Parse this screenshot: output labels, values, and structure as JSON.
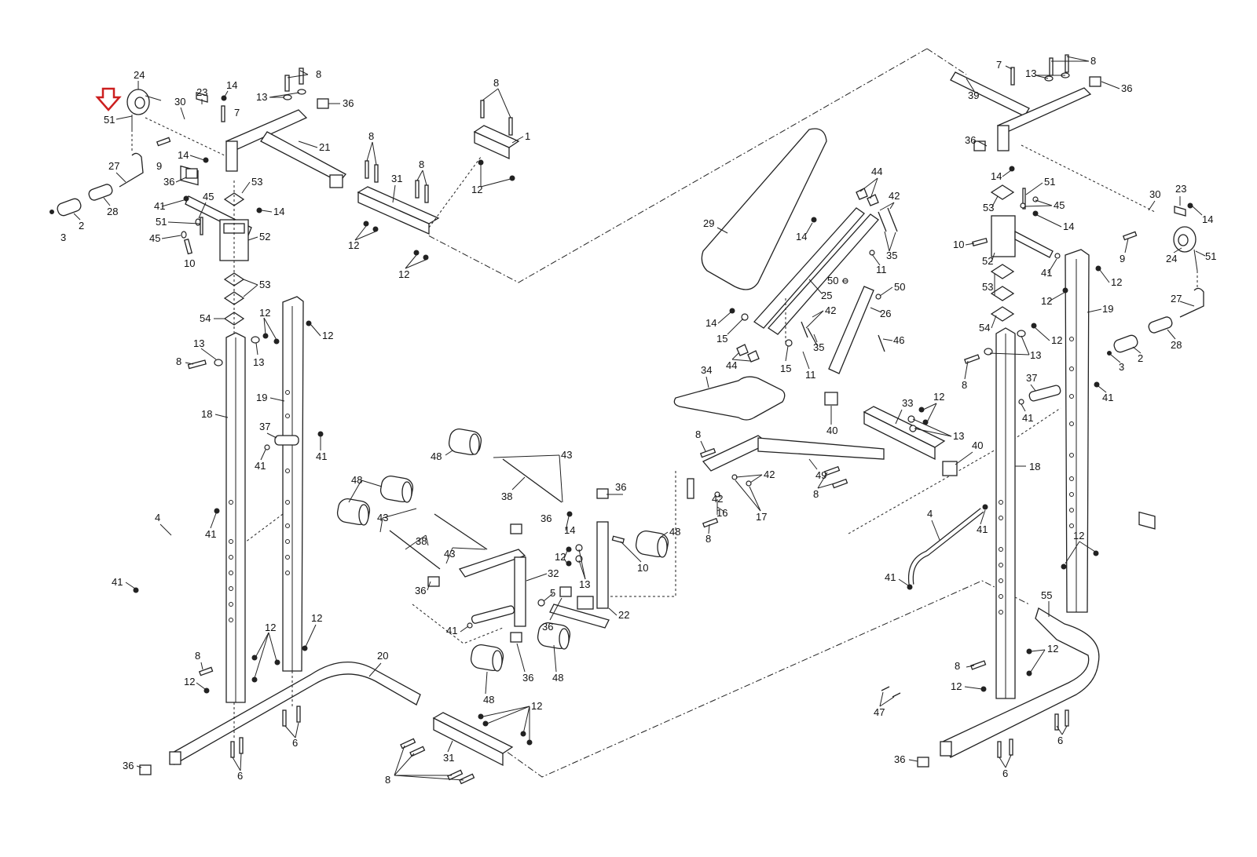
{
  "diagram": {
    "type": "exploded-parts-diagram",
    "subject": "weight bench / power rack assembly",
    "highlight": {
      "part": "51",
      "marker": "arrow-down",
      "color": "#cc1f1f"
    },
    "callouts": {
      "left_upright": [
        "24",
        "51",
        "30",
        "23",
        "14",
        "7",
        "8",
        "13",
        "36",
        "21",
        "9",
        "14",
        "27",
        "28",
        "2",
        "3",
        "36",
        "41",
        "45",
        "51",
        "45",
        "53",
        "14",
        "52",
        "10",
        "53",
        "54",
        "12",
        "12",
        "13",
        "13",
        "8",
        "19",
        "18",
        "37",
        "41",
        "41",
        "4",
        "41",
        "12",
        "12",
        "8",
        "12",
        "6",
        "6",
        "36",
        "20"
      ],
      "top_crossmember": [
        "8",
        "1",
        "12",
        "8",
        "8",
        "31",
        "12",
        "12"
      ],
      "bottom_crossmember": [
        "12",
        "31",
        "8"
      ],
      "back_pad": [
        "29",
        "44",
        "42",
        "14",
        "35",
        "11",
        "25",
        "50",
        "50",
        "26",
        "46",
        "42",
        "35",
        "14",
        "15",
        "15",
        "11",
        "44"
      ],
      "seat": [
        "34",
        "8",
        "42",
        "42",
        "16",
        "17",
        "8",
        "49",
        "8",
        "40",
        "33",
        "12",
        "13",
        "40"
      ],
      "leg_developer": [
        "48",
        "43",
        "38",
        "48",
        "43",
        "38",
        "43",
        "36",
        "14",
        "36",
        "12",
        "13",
        "10",
        "48",
        "32",
        "5",
        "36",
        "22",
        "41",
        "36",
        "48",
        "36",
        "48"
      ],
      "right_upright": [
        "7",
        "8",
        "13",
        "36",
        "39",
        "36",
        "14",
        "51",
        "53",
        "45",
        "14",
        "10",
        "52",
        "41",
        "53",
        "54",
        "12",
        "13",
        "8",
        "18",
        "19",
        "12",
        "12",
        "37",
        "41",
        "41",
        "30",
        "23",
        "14",
        "9",
        "24",
        "51",
        "27",
        "28",
        "2",
        "3",
        "4",
        "41",
        "41",
        "12",
        "55",
        "12",
        "8",
        "12",
        "6",
        "6",
        "36",
        "47"
      ]
    },
    "parts_present": [
      "1",
      "2",
      "3",
      "4",
      "5",
      "6",
      "7",
      "8",
      "9",
      "10",
      "11",
      "12",
      "13",
      "14",
      "15",
      "16",
      "17",
      "18",
      "19",
      "20",
      "21",
      "22",
      "23",
      "24",
      "25",
      "26",
      "27",
      "28",
      "29",
      "30",
      "31",
      "32",
      "33",
      "34",
      "35",
      "36",
      "37",
      "38",
      "39",
      "40",
      "41",
      "42",
      "43",
      "44",
      "45",
      "46",
      "47",
      "48",
      "49",
      "50",
      "51",
      "52",
      "53",
      "54",
      "55"
    ]
  },
  "labels": {
    "l1": "24",
    "l2": "51",
    "l3": "30",
    "l4": "23",
    "l5": "14",
    "l6": "7",
    "l7": "8",
    "l8": "13",
    "l9": "36",
    "l10": "21",
    "l11": "9",
    "l12": "14",
    "l13": "27",
    "l14": "28",
    "l15": "2",
    "l16": "3",
    "l17": "36",
    "l18": "41",
    "l19": "45",
    "l20": "51",
    "l21": "45",
    "l22": "53",
    "l23": "14",
    "l24": "52",
    "l25": "10",
    "l26": "53",
    "l27": "54",
    "l28": "12",
    "l29": "12",
    "l30": "13",
    "l31": "13",
    "l32": "8",
    "l33": "19",
    "l34": "18",
    "l35": "37",
    "l36": "41",
    "l37": "41",
    "l38": "4",
    "l39": "41",
    "l40": "41",
    "l41": "12",
    "l42": "12",
    "l43": "8",
    "l44": "12",
    "l45": "6",
    "l46": "6",
    "l47": "36",
    "l48": "20",
    "m1": "8",
    "m2": "1",
    "m3": "12",
    "m4": "8",
    "m5": "8",
    "m6": "31",
    "m7": "12",
    "m8": "12",
    "b1": "12",
    "b2": "31",
    "b3": "8",
    "p1": "29",
    "p2": "44",
    "p3": "42",
    "p4": "14",
    "p5": "35",
    "p6": "11",
    "p7": "25",
    "p8": "50",
    "p9": "50",
    "p10": "26",
    "p11": "46",
    "p12": "42",
    "p13": "35",
    "p14": "14",
    "p15": "15",
    "p16": "15",
    "p17": "11",
    "p18": "44",
    "s1": "34",
    "s2": "8",
    "s3": "42",
    "s4": "42",
    "s5": "16",
    "s6": "17",
    "s7": "8",
    "s8": "49",
    "s9": "8",
    "s10": "40",
    "s11": "33",
    "s12": "12",
    "s13": "13",
    "s14": "40",
    "g1": "48",
    "g2": "43",
    "g3": "38",
    "g4": "48",
    "g5": "43",
    "g6": "38",
    "g7": "43",
    "g8": "36",
    "g9": "14",
    "g10": "36",
    "g11": "12",
    "g12": "13",
    "g13": "10",
    "g14": "48",
    "g15": "32",
    "g16": "5",
    "g17": "36",
    "g18": "22",
    "g19": "41",
    "g20": "36",
    "g21": "48",
    "g22": "36",
    "g23": "48",
    "r1": "7",
    "r2": "8",
    "r3": "13",
    "r4": "36",
    "r5": "39",
    "r6": "36",
    "r7": "14",
    "r8": "51",
    "r9": "53",
    "r10": "45",
    "r11": "14",
    "r12": "10",
    "r13": "52",
    "r14": "41",
    "r15": "53",
    "r16": "54",
    "r17": "12",
    "r18": "13",
    "r19": "8",
    "r20": "18",
    "r21": "19",
    "r22": "12",
    "r23": "12",
    "r24": "37",
    "r25": "41",
    "r26": "41",
    "r27": "30",
    "r28": "23",
    "r29": "14",
    "r30": "9",
    "r31": "24",
    "r32": "51",
    "r33": "27",
    "r34": "28",
    "r35": "2",
    "r36": "3",
    "r37": "4",
    "r38": "41",
    "r39": "41",
    "r40": "12",
    "r41": "55",
    "r42": "12",
    "r43": "8",
    "r44": "12",
    "r45": "6",
    "r46": "6",
    "r47": "36",
    "r48": "47"
  }
}
